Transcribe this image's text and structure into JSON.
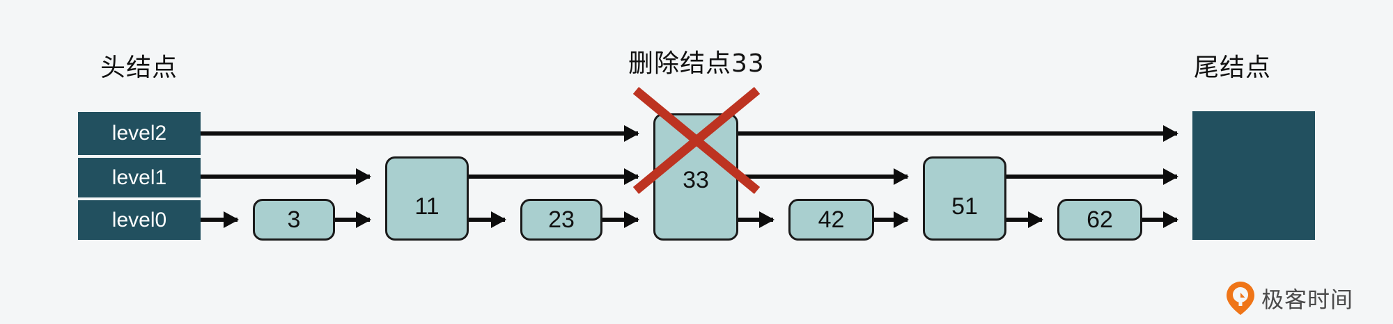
{
  "diagram": {
    "title": "Skip list node deletion",
    "background_color": "#f4f6f7",
    "captions": {
      "head": "头结点",
      "delete": "删除结点33",
      "tail": "尾结点"
    },
    "head_node": {
      "levels": [
        {
          "label": "level2"
        },
        {
          "label": "level1"
        },
        {
          "label": "level0"
        }
      ],
      "color": "#22505f"
    },
    "tail_node": {
      "color": "#22505f"
    },
    "nodes": [
      {
        "value": "3",
        "height_levels": 1
      },
      {
        "value": "11",
        "height_levels": 2
      },
      {
        "value": "23",
        "height_levels": 1
      },
      {
        "value": "33",
        "height_levels": 3,
        "deleted": true
      },
      {
        "value": "42",
        "height_levels": 1
      },
      {
        "value": "51",
        "height_levels": 2
      },
      {
        "value": "62",
        "height_levels": 1
      }
    ],
    "colors": {
      "node_fill": "#a9cfcf",
      "node_stroke": "#1a1a1a",
      "arrow": "#0d0d0d",
      "delete_cross": "#bd3321",
      "dark_node": "#22505f"
    }
  },
  "logo": {
    "text": "极客时间",
    "mark_color": "#ef7518"
  }
}
